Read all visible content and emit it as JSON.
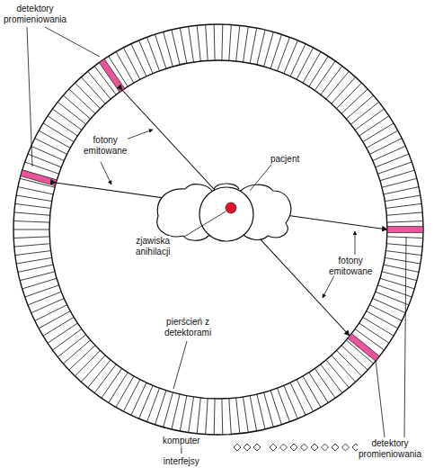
{
  "diagram": {
    "labels": [
      "detektory promieniowania",
      "fotony emitowane",
      "pacjent",
      "zjawiska anihilacji",
      "fotony emitowane",
      "pierścień z detektorami",
      "komputer i interfejsy",
      "detektory promieniowania"
    ]
  }
}
